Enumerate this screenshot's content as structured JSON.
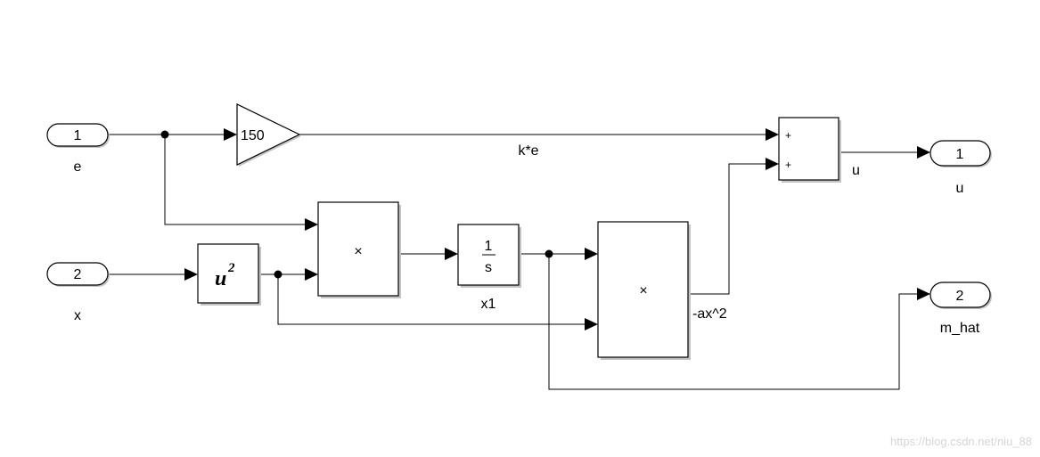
{
  "inports": [
    {
      "number": "1",
      "label": "e"
    },
    {
      "number": "2",
      "label": "x"
    }
  ],
  "outports": [
    {
      "number": "1",
      "label": "u"
    },
    {
      "number": "2",
      "label": "m_hat"
    }
  ],
  "gain": {
    "value": "150"
  },
  "square": {
    "base": "u",
    "exponent": "2"
  },
  "product_symbol": "×",
  "integrator": {
    "numerator": "1",
    "denominator": "s",
    "label": "x1"
  },
  "sum": {
    "signs": [
      "+",
      "+"
    ]
  },
  "signal_labels": {
    "gain_out": "k*e",
    "product2_out": "-ax^2",
    "sum_out": "u"
  },
  "watermark": "https://blog.csdn.net/niu_88"
}
